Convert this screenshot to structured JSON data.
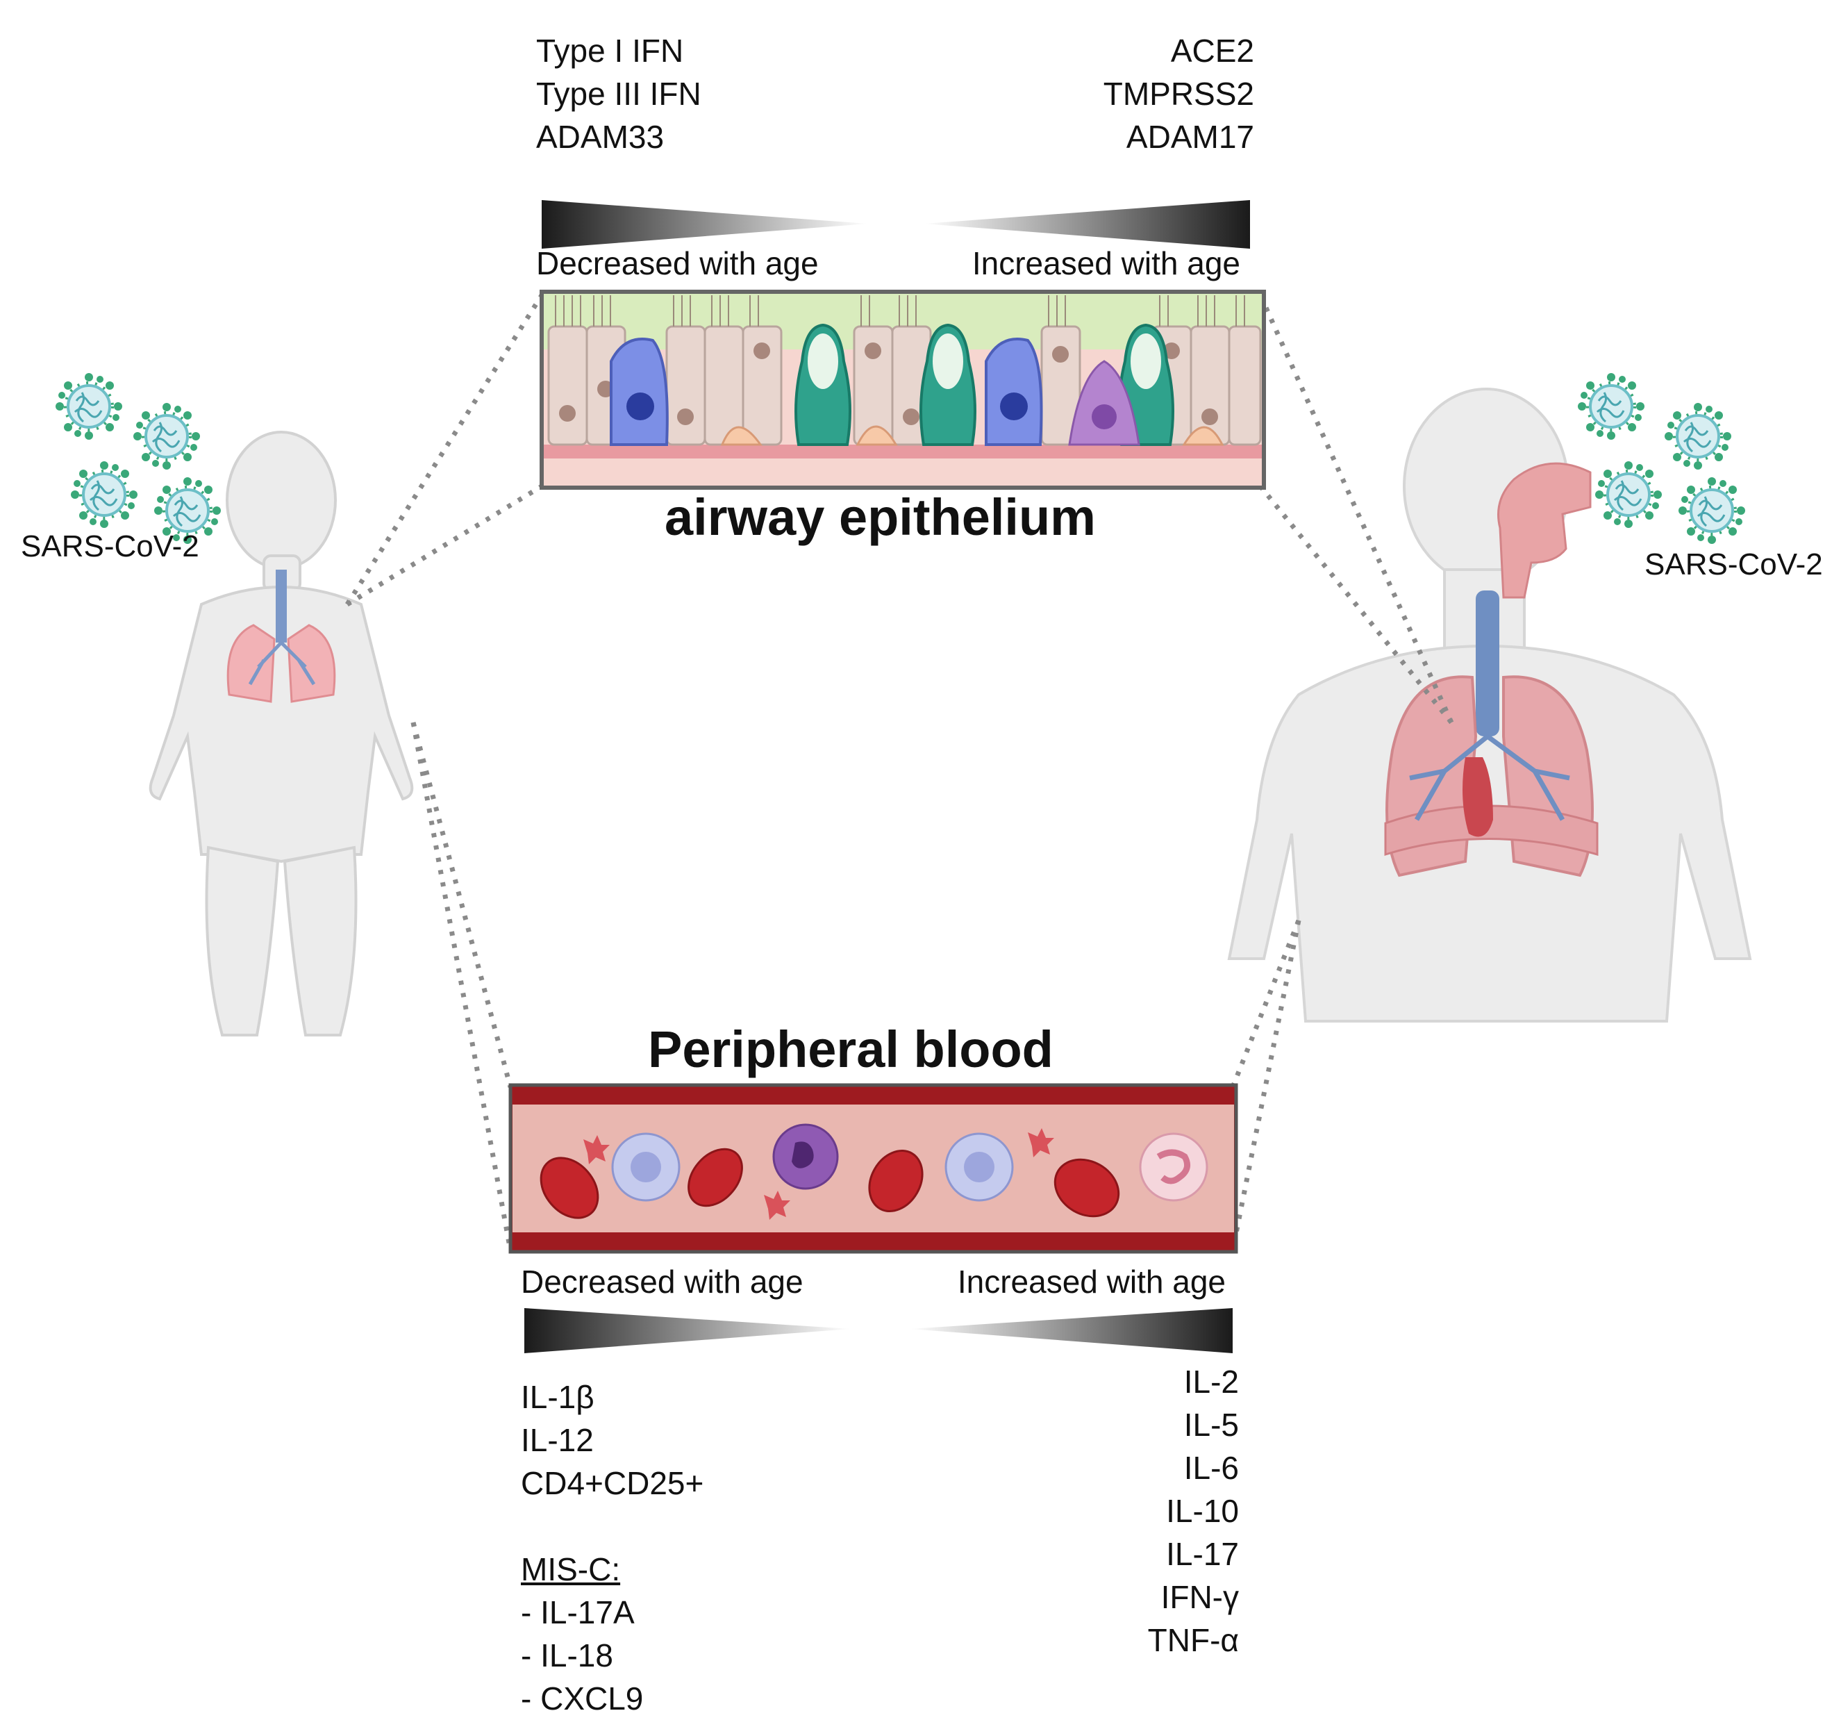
{
  "virus_label_left": "SARS-CoV-2",
  "virus_label_right": "SARS-CoV-2",
  "airway": {
    "title": "airway epithelium",
    "decreased_label": "Decreased with age",
    "increased_label": "Increased with age",
    "decreased_items": [
      "Type I IFN",
      "Type III IFN",
      "ADAM33"
    ],
    "increased_items": [
      "ACE2",
      "TMPRSS2",
      "ADAM17"
    ]
  },
  "blood": {
    "title": "Peripheral blood",
    "decreased_label": "Decreased with age",
    "increased_label": "Increased with age",
    "decreased_items": [
      "IL-1β",
      "IL-12",
      "CD4+CD25+"
    ],
    "misc_heading": "MIS-C:",
    "misc_items": [
      "- IL-17A",
      "- IL-18",
      "- CXCL9"
    ],
    "increased_items": [
      "IL-2",
      "IL-5",
      "IL-6",
      "IL-10",
      "IL-17",
      "IFN-γ",
      "TNF-α"
    ]
  },
  "colors": {
    "virus": "#3aa879",
    "virus_core": "#9ed6e0",
    "lung": "#e8a0a4",
    "trachea": "#6f8fc2",
    "skin": "#eeeeee",
    "vessel_wall": "#9e1b20",
    "vessel_lumen": "#e9b7b0",
    "rbc": "#c4252b",
    "mucus": "#d9ecbd"
  }
}
